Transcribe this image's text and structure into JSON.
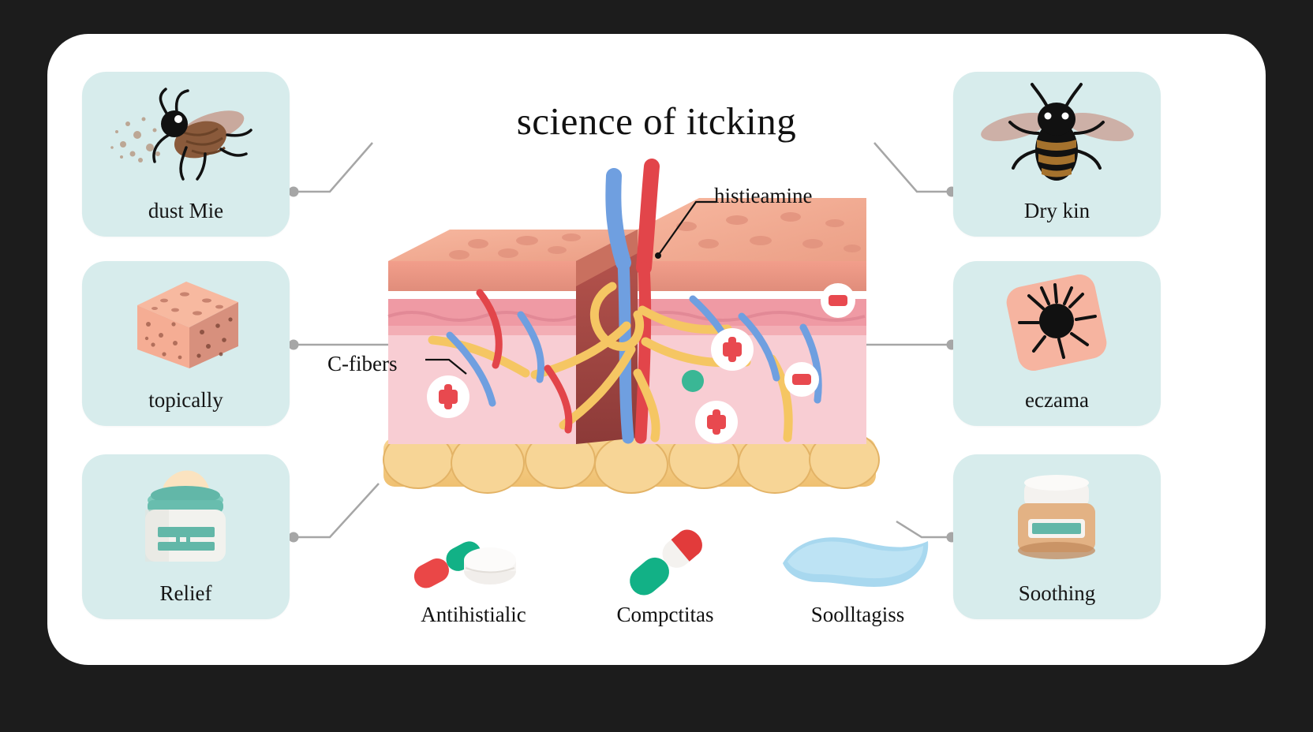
{
  "poster": {
    "title": "science of itcking",
    "background_color": "#ffffff",
    "outer_background_color": "#1c1c1c",
    "card_color": "#d7ecec",
    "connector_color": "#a6a6a6"
  },
  "diagram": {
    "name": "skin-cross-section",
    "annotations": [
      {
        "id": "histamine",
        "label": "histieamine"
      },
      {
        "id": "c-fibers",
        "label": "C-fibers"
      }
    ],
    "layers": {
      "epidermis_color": "#f3a68e",
      "dermis_color": "#f5c2c7",
      "hypodermis_color": "#f6d08a",
      "artery_color": "#e2454a",
      "vein_color": "#6f9fe0",
      "nerve_color": "#f5c663",
      "mast_cell_color": "#3ab795"
    },
    "markers": [
      {
        "id": "plus-1",
        "symbol": "+"
      },
      {
        "id": "plus-2",
        "symbol": "+"
      },
      {
        "id": "plus-3",
        "symbol": "+"
      },
      {
        "id": "minus-1",
        "symbol": "−"
      },
      {
        "id": "minus-2",
        "symbol": "−"
      }
    ]
  },
  "left_cards": [
    {
      "id": "dust-mite",
      "label": "dust Mie",
      "icon": "dust-mite-icon"
    },
    {
      "id": "topically",
      "label": "topically",
      "icon": "skin-cube-icon"
    },
    {
      "id": "relief",
      "label": "Relief",
      "icon": "cream-jar-icon"
    }
  ],
  "right_cards": [
    {
      "id": "dry-skin",
      "label": "Dry kin",
      "icon": "bee-icon"
    },
    {
      "id": "eczema",
      "label": "eczama",
      "icon": "irritated-skin-icon"
    },
    {
      "id": "soothing",
      "label": "Soothing",
      "icon": "balm-jar-icon"
    }
  ],
  "bottom_items": [
    {
      "id": "antihistamine",
      "label": "Antihistialic",
      "icon": "pill-capsule-icon"
    },
    {
      "id": "compresses",
      "label": "Compctitas",
      "icon": "capsule-icon"
    },
    {
      "id": "cooling-gel",
      "label": "Soolltagiss",
      "icon": "cooling-pad-icon"
    }
  ]
}
